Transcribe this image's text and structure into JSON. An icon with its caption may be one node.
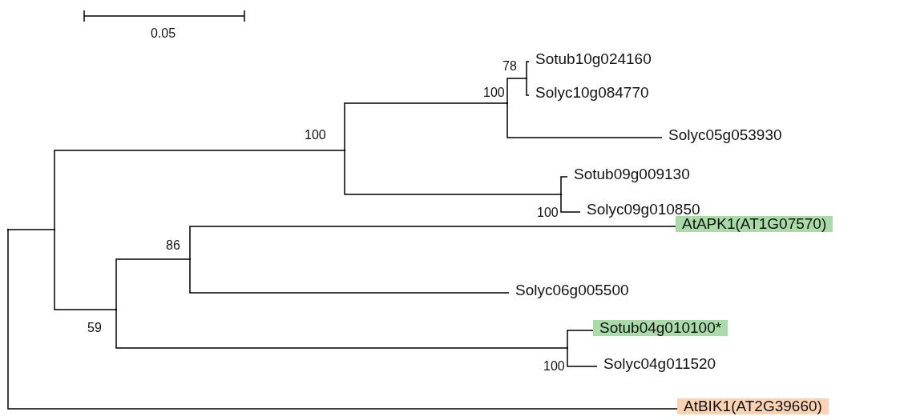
{
  "diagram": {
    "nodes": [
      {
        "text": [],
        "shape": "point"
      },
      {
        "text": [],
        "shape": "point"
      },
      {
        "text": [],
        "shape": "point",
        "beside": [
          "100"
        ]
      },
      {
        "text": [],
        "shape": "point",
        "beside": [
          "100"
        ]
      },
      {
        "text": [],
        "shape": "point",
        "beside": [
          "78"
        ]
      },
      {
        "text": [
          "Sotub10g024160"
        ]
      },
      {
        "text": [
          "Solyc10g084770"
        ]
      },
      {
        "text": [
          "Solyc05g053930"
        ]
      },
      {
        "text": [],
        "shape": "point",
        "beside": [
          "100"
        ]
      },
      {
        "text": [
          "Sotub09g009130"
        ]
      },
      {
        "text": [
          "Solyc09g010850"
        ]
      },
      {
        "text": [],
        "shape": "point",
        "beside": [
          "59"
        ]
      },
      {
        "text": [],
        "shape": "point",
        "beside": [
          "86"
        ]
      },
      {
        "text": [
          "AtAPK1(AT1G07570)"
        ]
      },
      {
        "text": [
          "Solyc06g005500"
        ]
      },
      {
        "text": [],
        "shape": "point",
        "beside": [
          "100"
        ]
      },
      {
        "text": [
          "Sotub04g010100*"
        ]
      },
      {
        "text": [
          "Solyc04g011520"
        ]
      },
      {
        "text": [
          "AtBIK1(AT2G39660)"
        ]
      }
    ],
    "edges": [
      {
        "from": 0,
        "to": 1,
        "arrow": "none"
      },
      {
        "from": 0,
        "to": 18,
        "arrow": "none"
      },
      {
        "from": 1,
        "to": 2,
        "arrow": "none"
      },
      {
        "from": 1,
        "to": 11,
        "arrow": "none"
      },
      {
        "from": 2,
        "to": 3,
        "arrow": "none"
      },
      {
        "from": 2,
        "to": 8,
        "arrow": "none"
      },
      {
        "from": 3,
        "to": 4,
        "arrow": "none"
      },
      {
        "from": 3,
        "to": 7,
        "arrow": "none"
      },
      {
        "from": 4,
        "to": 5,
        "arrow": "none"
      },
      {
        "from": 4,
        "to": 6,
        "arrow": "none"
      },
      {
        "from": 8,
        "to": 9,
        "arrow": "none"
      },
      {
        "from": 8,
        "to": 10,
        "arrow": "none"
      },
      {
        "from": 11,
        "to": 12,
        "arrow": "none"
      },
      {
        "from": 11,
        "to": 15,
        "arrow": "none"
      },
      {
        "from": 12,
        "to": 13,
        "arrow": "none"
      },
      {
        "from": 12,
        "to": 14,
        "arrow": "none"
      },
      {
        "from": 15,
        "to": 16,
        "arrow": "none"
      },
      {
        "from": 15,
        "to": 17,
        "arrow": "none"
      }
    ],
    "labels": [
      "0.05"
    ]
  }
}
